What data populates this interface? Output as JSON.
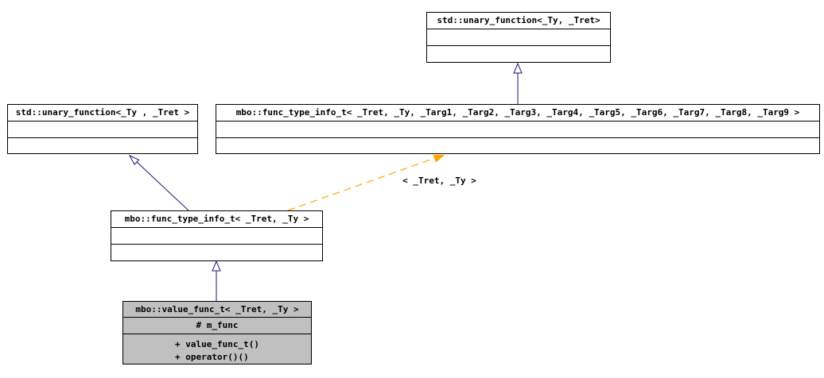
{
  "nodes": {
    "std_unary_top": {
      "title": "std::unary_function<_Ty, _Tret>"
    },
    "std_unary_left": {
      "title": "std::unary_function<_Ty , _Tret >"
    },
    "func_type_info_full": {
      "title": "mbo::func_type_info_t< _Tret, _Ty, _Targ1, _Targ2, _Targ3, _Targ4, _Targ5, _Targ6, _Targ7, _Targ8, _Targ9 >"
    },
    "func_type_info": {
      "title": "mbo::func_type_info_t< _Tret, _Ty >"
    },
    "value_func": {
      "title": "mbo::value_func_t< _Tret, _Ty >",
      "attributes": [
        "# m_func"
      ],
      "methods": [
        "+ value_func_t()",
        "+ operator()()"
      ]
    }
  },
  "edges": {
    "template_instantiation_label": "< _Tret, _Ty >"
  },
  "colors": {
    "inheritance_arrow": "#191970",
    "template_arrow": "#ffa500",
    "node_fill": "#ffffff",
    "selected_node_fill": "#c0c0c0",
    "border": "#000000",
    "text_color": "#000000",
    "page_bg": "#ffffff"
  }
}
